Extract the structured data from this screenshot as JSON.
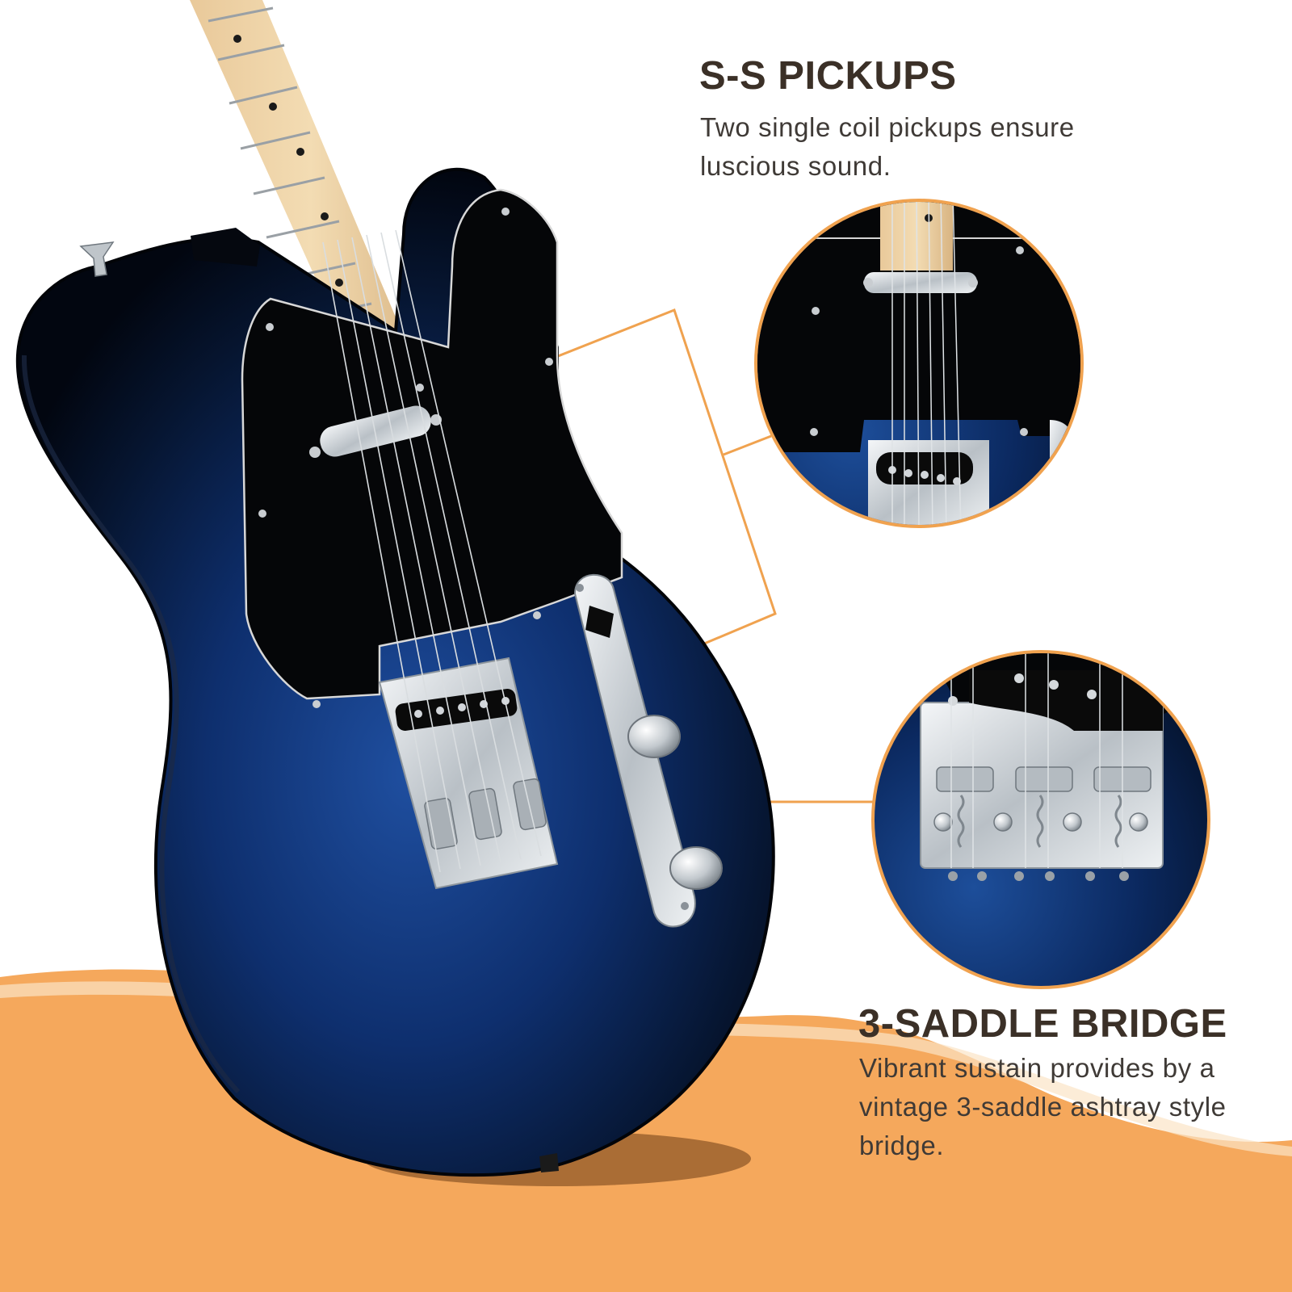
{
  "features": [
    {
      "title": "S-S PICKUPS",
      "description": "Two single coil pickups ensure luscious sound."
    },
    {
      "title": "3-SADDLE BRIDGE",
      "description": "Vibrant sustain provides by a vintage 3-saddle ashtray style bridge."
    }
  ],
  "colors": {
    "accent_orange": "#f5a85c",
    "callout_line": "#f0a24f",
    "heading_text": "#3b3027",
    "body_text": "#3f3a36",
    "guitar_body_blue": "#0c2a66"
  }
}
